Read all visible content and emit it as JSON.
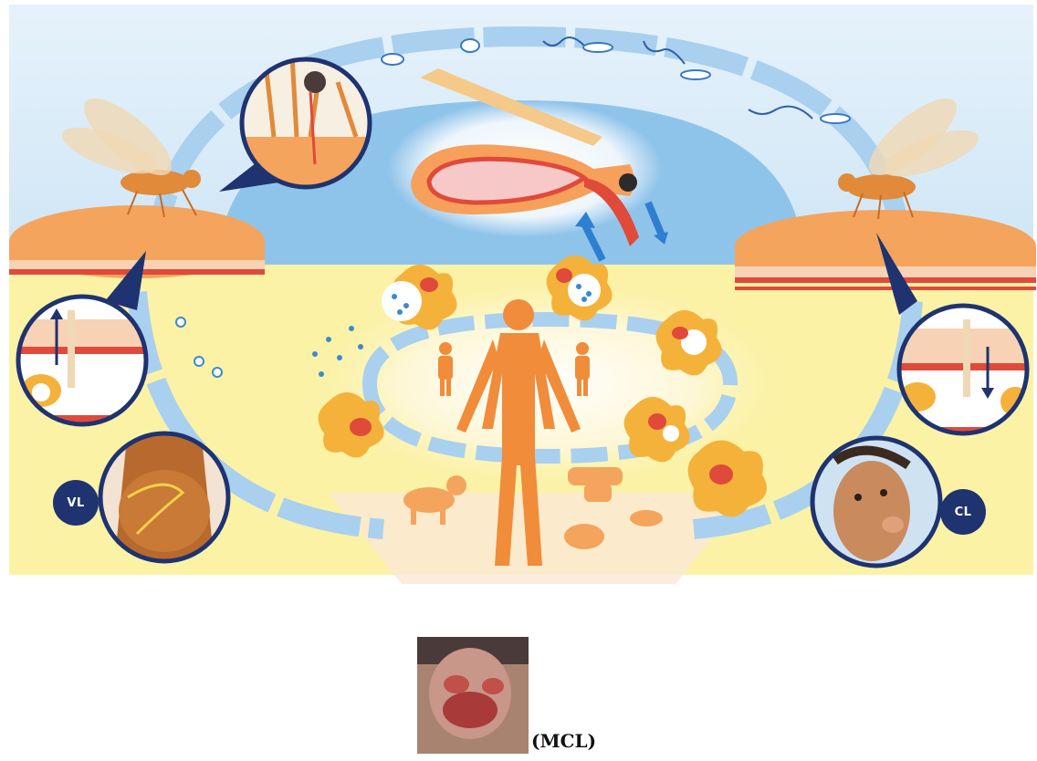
{
  "labels": {
    "vl": "VL",
    "cl": "CL",
    "mcl": "(MCL)"
  },
  "colors": {
    "sky": "#cfe6f6",
    "cycle_ring": "#a9d0ee",
    "yellow_band": "#fbf2a6",
    "skin": "#f4a45c",
    "human": "#f08c3a",
    "badge": "#1e3370",
    "lesion": "#d83a2a"
  },
  "icons": [
    "sandfly-icon",
    "macrophage-icon",
    "promastigote-icon",
    "amastigote-icon",
    "human-figure-icon",
    "dog-icon",
    "rodent-icon"
  ]
}
